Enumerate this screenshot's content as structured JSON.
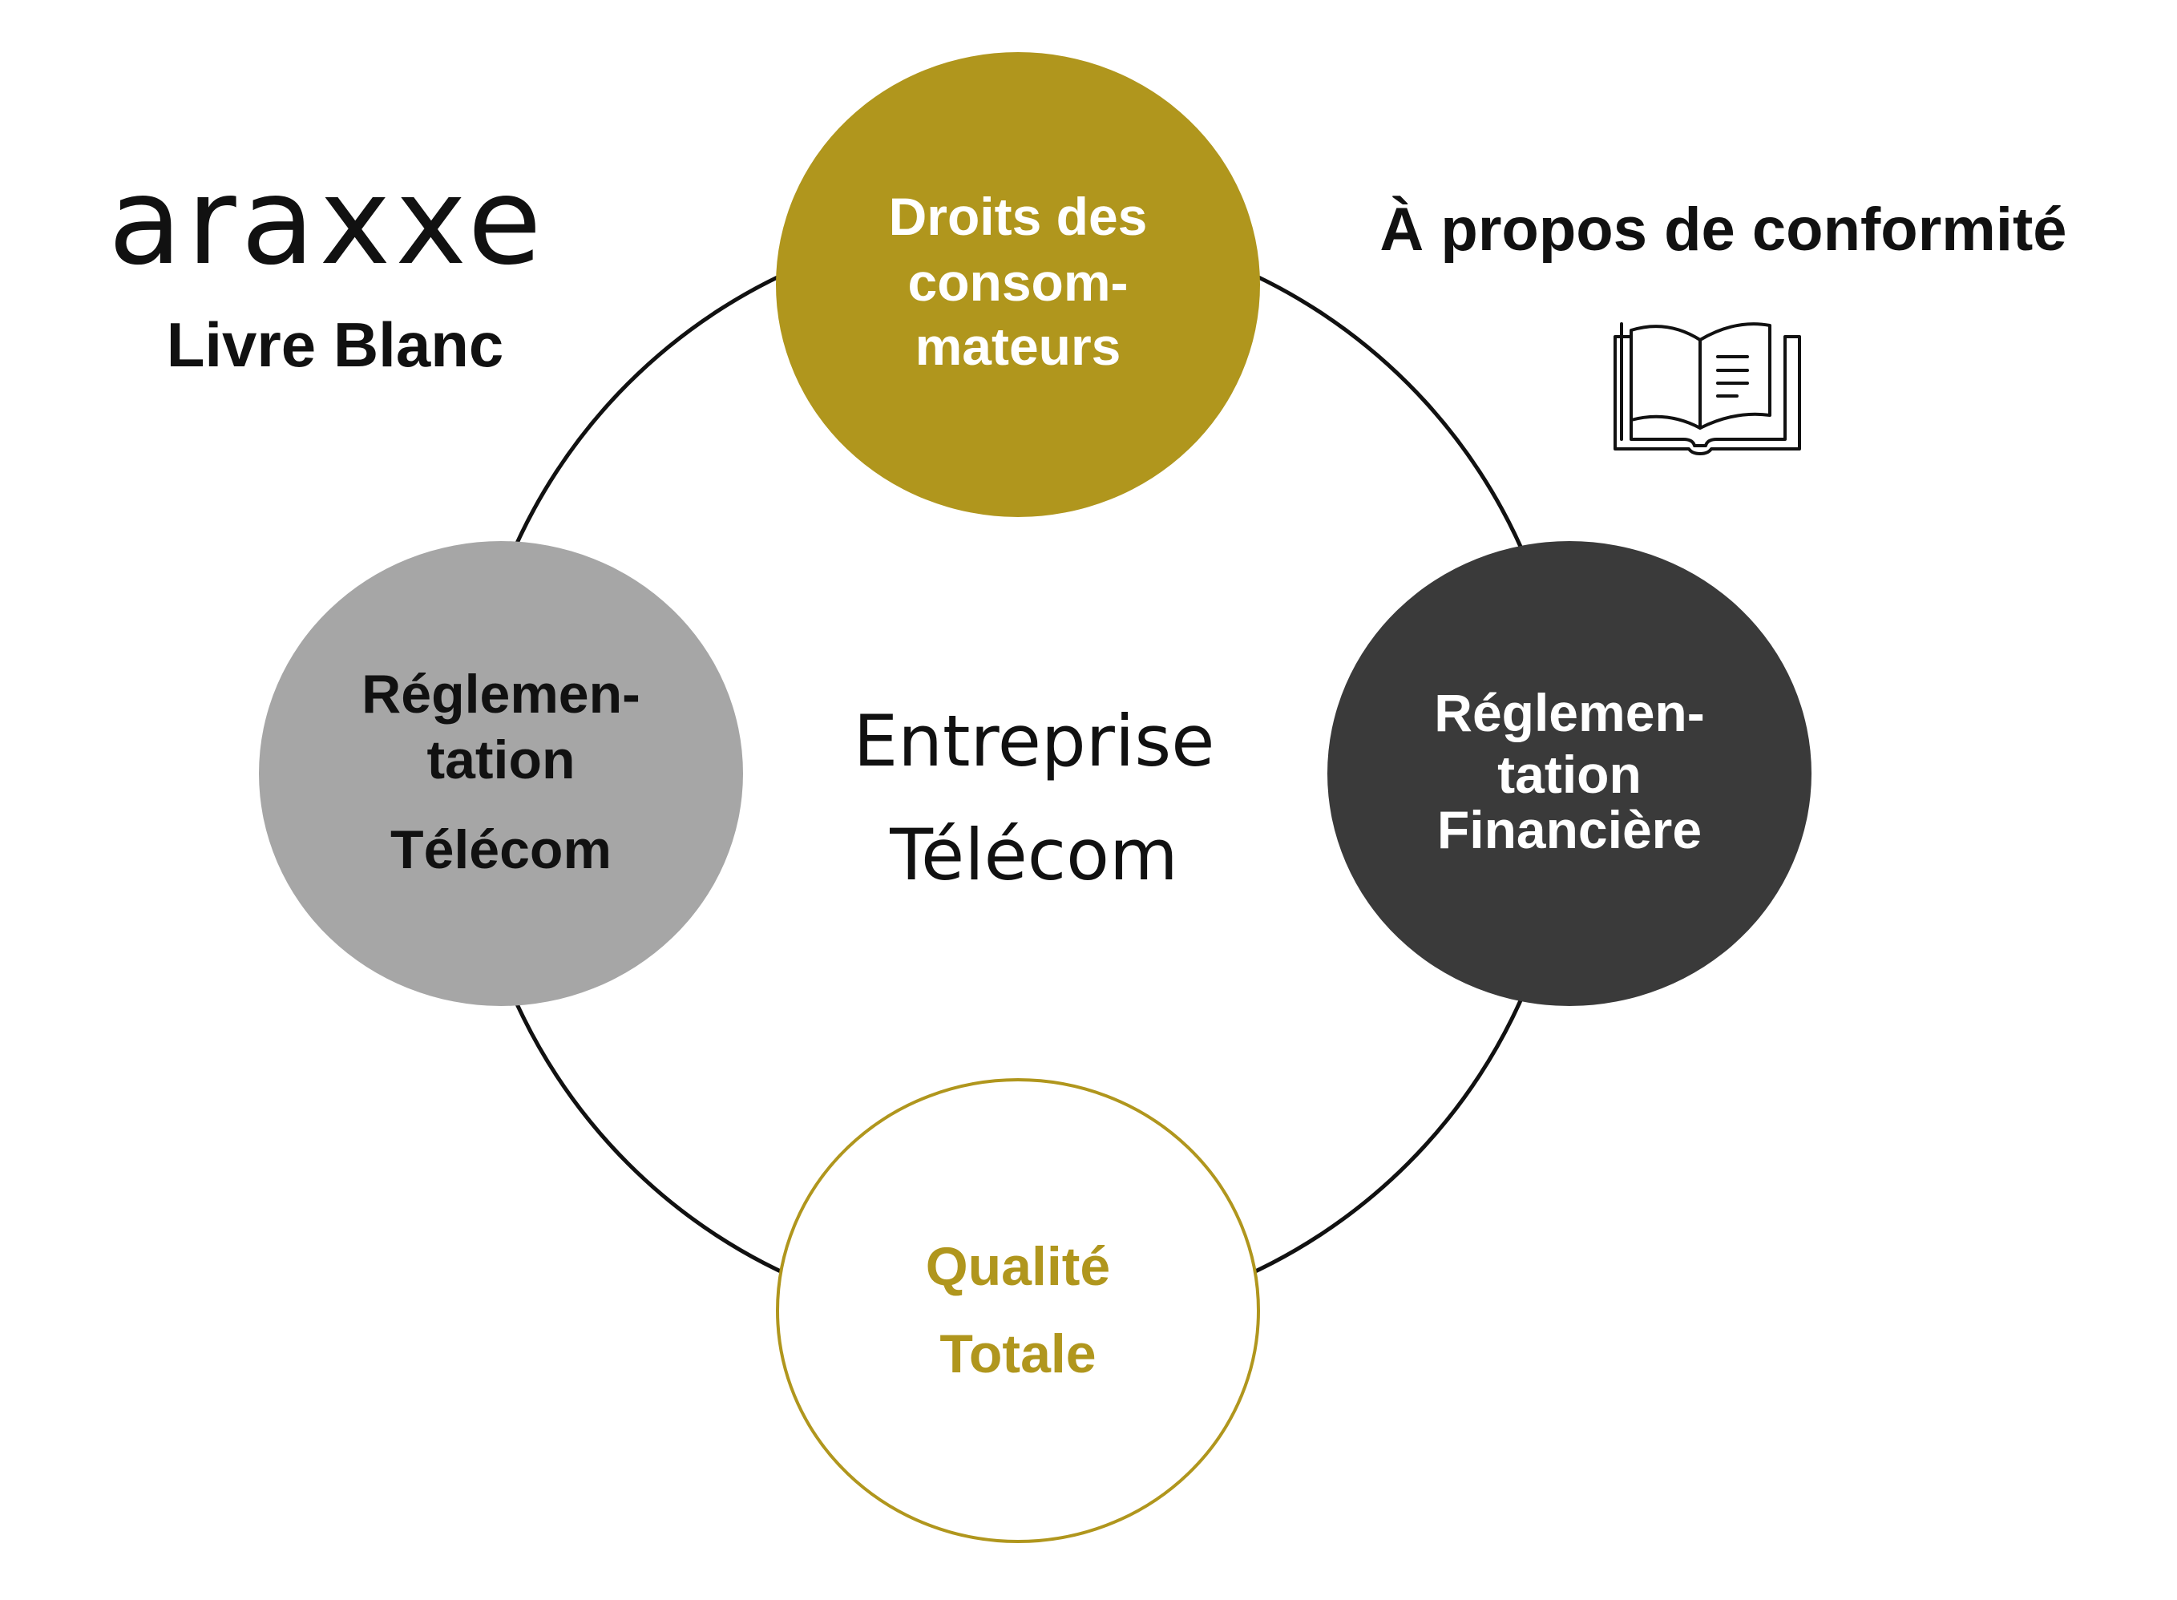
{
  "brand": {
    "logo": "araxxe",
    "subtitle": "Livre Blanc"
  },
  "header": {
    "title": "À propos de conformité",
    "icon": "open-book-icon"
  },
  "center": {
    "line1": "Entreprise",
    "line2": "Télécom"
  },
  "nodes": {
    "top": {
      "lines": [
        "Droits des",
        "consom-",
        "mateurs"
      ],
      "color": "#b0961d",
      "text_color": "#ffffff"
    },
    "left": {
      "lines": [
        "Réglemen-",
        "tation",
        "Télécom"
      ],
      "color": "#a6a6a6",
      "text_color": "#111111"
    },
    "right": {
      "lines": [
        "Réglemen-",
        "tation",
        "Financière"
      ],
      "color": "#3a3a3a",
      "text_color": "#ffffff"
    },
    "bottom": {
      "lines": [
        "Qualité",
        "Totale"
      ],
      "color": "#ffffff",
      "stroke": "#b0961d",
      "text_color": "#b0961d"
    }
  },
  "colors": {
    "ring": "#111111",
    "text": "#111111"
  }
}
